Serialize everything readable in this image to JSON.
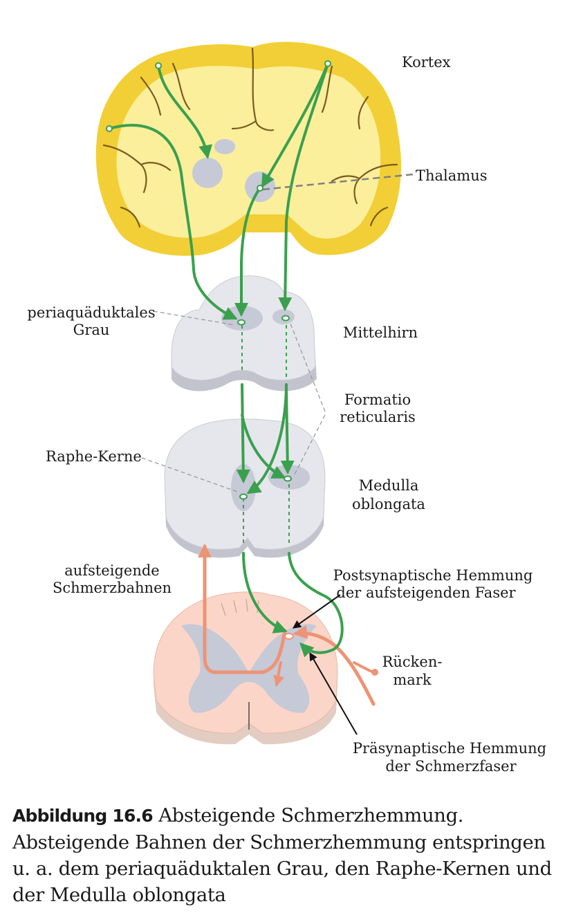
{
  "labels": {
    "kortex": "Kortex",
    "thalamus": "Thalamus",
    "pag_line1": "periaquäduktales",
    "pag_line2": "Grau",
    "mittelhirn": "Mittelhirn",
    "formatio_line1": "Formatio",
    "formatio_line2": "reticularis",
    "raphe": "Raphe-Kerne",
    "medulla_line1": "Medulla",
    "medulla_line2": "oblongata",
    "aufsteigende_line1": "aufsteigende",
    "aufsteigende_line2": "Schmerzbahnen",
    "postsyn_line1": "Postsynaptische  Hemmung",
    "postsyn_line2": "der aufsteigenden Faser",
    "ruecken_line1": "Rücken-",
    "ruecken_line2": "mark",
    "praesyn_line1": "Präsynaptische Hemmung",
    "praesyn_line2": "der Schmerzfaser"
  },
  "caption": {
    "lead": "Abbildung 16.6",
    "text": " Absteigende Schmerzhemmung. Absteigende Bahnen der Schmerzhemmung entspringen u. a. dem periaquäduktalen Grau, den Raphe-Kernen und der Medulla oblongata"
  },
  "colors": {
    "cortex_outer": "#f2cf36",
    "cortex_inner": "#fbef9c",
    "nucleus": "#c6c9d6",
    "slice": "#e6e7ec",
    "green_pathway": "#3aa04e",
    "red_pathway": "#ee9375",
    "spinal_cord": "#fbd6c8"
  }
}
